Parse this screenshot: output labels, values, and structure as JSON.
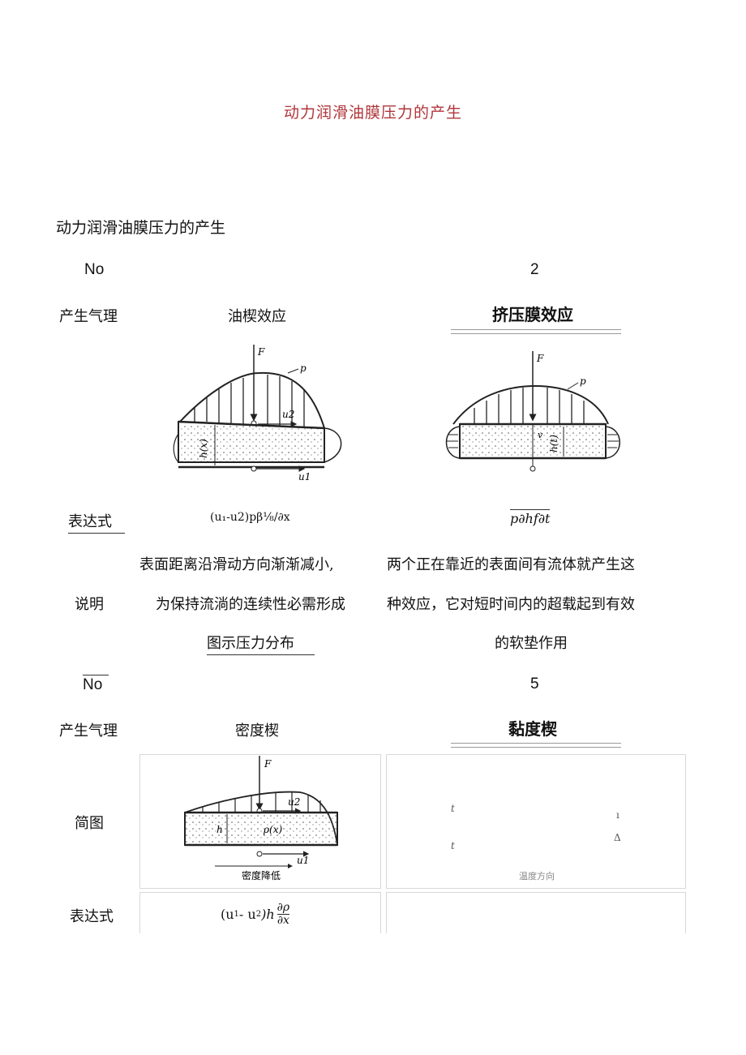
{
  "doc": {
    "title": "动力润滑油膜压力的产生",
    "subtitle": "动力润滑油膜压力的产生"
  },
  "row1": {
    "no_label": "No",
    "no_value": "2",
    "mech_label": "产生气理",
    "col1_mech": "油楔效应",
    "col2_mech": "挤压膜效应",
    "expr_label": "表达式",
    "col1_expr": "(u₁-u2)pβ⅛/∂x",
    "col2_expr": "p∂hf∂t",
    "desc_label": "说明",
    "col1_desc": [
      "表面距离沿滑动方向渐渐减小,",
      "为保持流淌的连续性必需形成",
      "图示压力分布"
    ],
    "col2_desc": [
      "两个正在靠近的表面间有流体就产生这",
      "种效应，它对短时间内的超载起到有效",
      "的软垫作用"
    ]
  },
  "fig1": {
    "F": "F",
    "p": "p",
    "u2": "u2",
    "u1": "u1",
    "h": "h(x)"
  },
  "fig2": {
    "F": "F",
    "p": "p",
    "v": "v",
    "h": "h(t)"
  },
  "row2": {
    "no_label": "No",
    "no_value": "5",
    "mech_label": "产生气理",
    "col1_mech": "密度楔",
    "col2_mech": "黏度楔",
    "diagram_label": "简图",
    "expr_label": "表达式",
    "col1_expr_a": "(u",
    "col1_expr_b": " - u",
    "col1_expr_c": ")h",
    "col1_expr_num": "∂ρ",
    "col1_expr_den": "∂x",
    "col2_caption": "温度方向"
  },
  "fig3": {
    "F": "F",
    "u2": "u2",
    "u1": "u1",
    "h": "h",
    "rho": "ρ(x)",
    "caption": "密度降低"
  }
}
